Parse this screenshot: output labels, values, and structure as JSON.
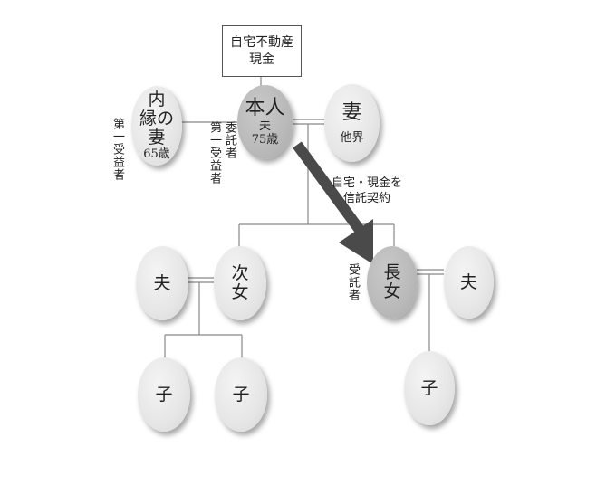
{
  "assets": {
    "line1": "自宅不動産",
    "line2": "現金"
  },
  "people": {
    "common_law_wife": {
      "l1": "内",
      "l2": "縁の",
      "l3": "妻",
      "age": "65歳"
    },
    "principal": {
      "name": "本人",
      "role": "夫",
      "age": "75歳"
    },
    "wife": {
      "name": "妻",
      "status": "他界"
    },
    "second_daughter": {
      "l1": "次",
      "l2": "女"
    },
    "second_daughter_husband": {
      "name": "夫"
    },
    "grandchild_1": {
      "name": "子"
    },
    "grandchild_2": {
      "name": "子"
    },
    "eldest_daughter": {
      "l1": "長",
      "l2": "女"
    },
    "eldest_daughter_husband": {
      "name": "夫"
    },
    "grandchild_3": {
      "name": "子"
    }
  },
  "labels": {
    "first_beneficiary": "第一受益者",
    "settlor_first_beneficiary": {
      "col1": "委託者",
      "col2": "第一受益者"
    },
    "trustee": "受託者",
    "trust_note": {
      "line1": "自宅・現金を",
      "line2": "信託契約"
    }
  },
  "colors": {
    "arrow": "#4a4a4a",
    "line": "#888888",
    "light_node": "#e6e6e6",
    "dark_node": "#b9b9b9"
  }
}
